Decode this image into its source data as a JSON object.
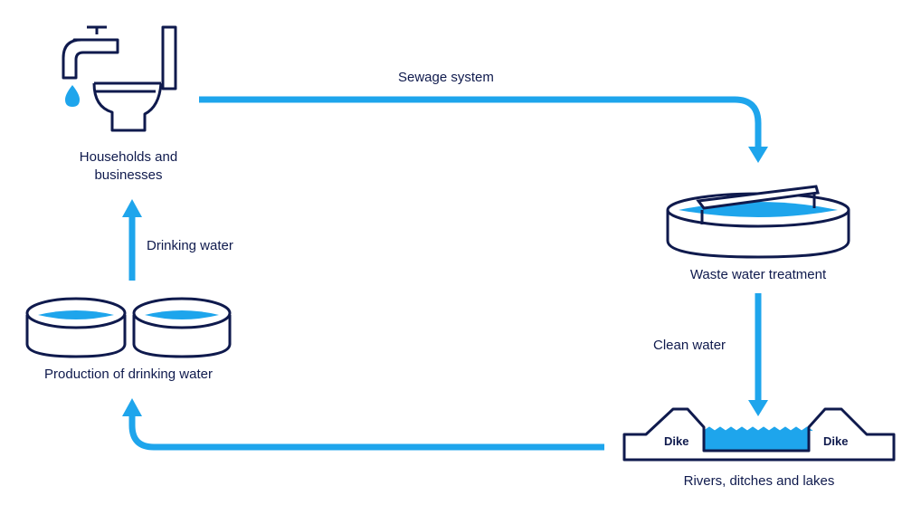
{
  "colors": {
    "ink": "#0f1a4d",
    "water": "#1ea5ec",
    "flow": "#1ea5ec",
    "background": "#ffffff"
  },
  "nodes": {
    "households": {
      "label_line1": "Households and",
      "label_line2": "businesses",
      "icons": [
        "faucet-icon",
        "toilet-icon"
      ]
    },
    "treatment": {
      "label": "Waste water treatment",
      "icon": "treatment-basin-icon"
    },
    "rivers": {
      "label": "Rivers, ditches and lakes",
      "dike_left": "Dike",
      "dike_right": "Dike",
      "icon": "dike-cross-section-icon"
    },
    "production": {
      "label": "Production of drinking water",
      "icon": "reservoir-tanks-icon"
    }
  },
  "flows": {
    "sewage": "Sewage system",
    "clean": "Clean water",
    "drinking": "Drinking water",
    "return": ""
  }
}
